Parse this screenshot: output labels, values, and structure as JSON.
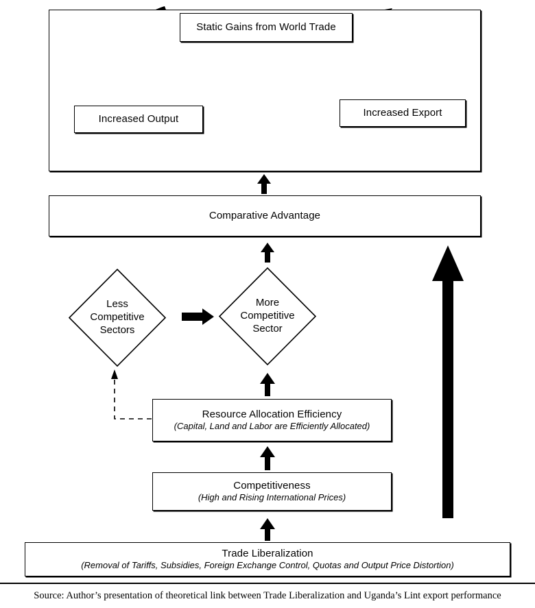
{
  "diagram": {
    "type": "flowchart",
    "cycle": {
      "container_name": "virtuous-cycle-container",
      "nodes": [
        {
          "id": "static-gains",
          "label": "Static Gains from World Trade"
        },
        {
          "id": "increased-output",
          "label": "Increased Output"
        },
        {
          "id": "increased-export",
          "label": "Increased Export"
        }
      ],
      "edges": [
        {
          "from": "static-gains",
          "to": "increased-output",
          "style": "curved-block-arrow"
        },
        {
          "from": "increased-output",
          "to": "increased-export",
          "style": "curved-block-arrow"
        },
        {
          "from": "increased-export",
          "to": "static-gains",
          "style": "curved-block-arrow"
        }
      ]
    },
    "nodes": [
      {
        "id": "comparative-advantage",
        "label": "Comparative Advantage",
        "shape": "rect"
      },
      {
        "id": "less-competitive-sectors",
        "label": "Less\nCompetitive\nSectors",
        "shape": "diamond"
      },
      {
        "id": "more-competitive-sector",
        "label": "More\nCompetitive\nSector",
        "shape": "diamond"
      },
      {
        "id": "resource-allocation-efficiency",
        "label": "Resource Allocation Efficiency",
        "sublabel": "(Capital, Land and Labor are Efficiently Allocated)",
        "shape": "rect"
      },
      {
        "id": "competitiveness",
        "label": "Competitiveness",
        "sublabel": "(High and Rising International Prices)",
        "shape": "rect"
      },
      {
        "id": "trade-liberalization",
        "label": "Trade Liberalization",
        "sublabel": "(Removal of Tariffs, Subsidies, Foreign Exchange Control, Quotas and Output Price Distortion)",
        "shape": "rect"
      }
    ],
    "edges": [
      {
        "from": "comparative-advantage",
        "to": "virtuous-cycle-container",
        "style": "solid-arrow"
      },
      {
        "from": "more-competitive-sector",
        "to": "comparative-advantage",
        "style": "solid-arrow"
      },
      {
        "from": "less-competitive-sectors",
        "to": "more-competitive-sector",
        "style": "solid-arrow-horizontal"
      },
      {
        "from": "resource-allocation-efficiency",
        "to": "more-competitive-sector",
        "style": "solid-arrow"
      },
      {
        "from": "resource-allocation-efficiency",
        "to": "less-competitive-sectors",
        "style": "dashed-arrow"
      },
      {
        "from": "competitiveness",
        "to": "resource-allocation-efficiency",
        "style": "solid-arrow"
      },
      {
        "from": "trade-liberalization",
        "to": "competitiveness",
        "style": "solid-arrow"
      },
      {
        "from": "trade-liberalization",
        "to": "comparative-advantage",
        "style": "long-bold-arrow-right-side"
      }
    ]
  },
  "labels": {
    "static_gains": "Static Gains from World Trade",
    "increased_output": "Increased Output",
    "increased_export": "Increased Export",
    "comparative_advantage": "Comparative Advantage",
    "less_competitive_line1": "Less",
    "less_competitive_line2": "Competitive",
    "less_competitive_line3": "Sectors",
    "more_competitive_line1": "More",
    "more_competitive_line2": "Competitive",
    "more_competitive_line3": "Sector",
    "resource_allocation_title": "Resource Allocation Efficiency",
    "resource_allocation_sub": "(Capital, Land and Labor are Efficiently Allocated)",
    "competitiveness_title": "Competitiveness",
    "competitiveness_sub": "(High and Rising International Prices)",
    "trade_liberalization_title": "Trade Liberalization",
    "trade_liberalization_sub": "(Removal of Tariffs, Subsidies, Foreign Exchange Control, Quotas and Output Price Distortion)"
  },
  "footer": {
    "source": "Source: Author’s presentation of theoretical link between Trade Liberalization and Uganda’s Lint export performance"
  },
  "colors": {
    "stroke": "#000000",
    "fill": "#ffffff",
    "text": "#000000"
  }
}
